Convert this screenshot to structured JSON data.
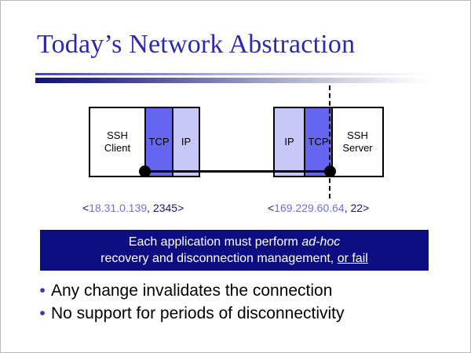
{
  "slide": {
    "title": "Today’s Network Abstraction",
    "accent_title_color": "#2b2bab",
    "accent_callout_color": "#0d0d82",
    "accent_bullet_color": "#3838b8"
  },
  "diagram": {
    "left_host": {
      "app_label": "SSH\nClient",
      "app_line1": "SSH",
      "app_line2": "Client",
      "transport_label": "TCP",
      "network_label": "IP"
    },
    "right_host": {
      "network_label": "IP",
      "transport_label": "TCP",
      "app_line1": "SSH",
      "app_line2": "Server"
    },
    "colors": {
      "tcp_fill": "#6565f0",
      "ip_fill": "#c7c7f8",
      "app_fill": "#ffffff",
      "wire": "#000000"
    }
  },
  "addresses": {
    "left": {
      "open": "<",
      "ip": "18.31.0.139",
      "separator": ", ",
      "port": "2345",
      "close": ">"
    },
    "right": {
      "open": "<",
      "ip": "169.229.60.64",
      "separator": ", ",
      "port": "22",
      "close": ">"
    }
  },
  "callout": {
    "line1_prefix": "Each application must perform ",
    "line1_italic": "ad-hoc",
    "line2_prefix": "recovery and disconnection management, ",
    "line2_underline": "or fail"
  },
  "bullets": {
    "marker": "•",
    "items": [
      {
        "text": "Any change invalidates the connection"
      },
      {
        "text": "No support for periods of disconnectivity"
      }
    ]
  }
}
